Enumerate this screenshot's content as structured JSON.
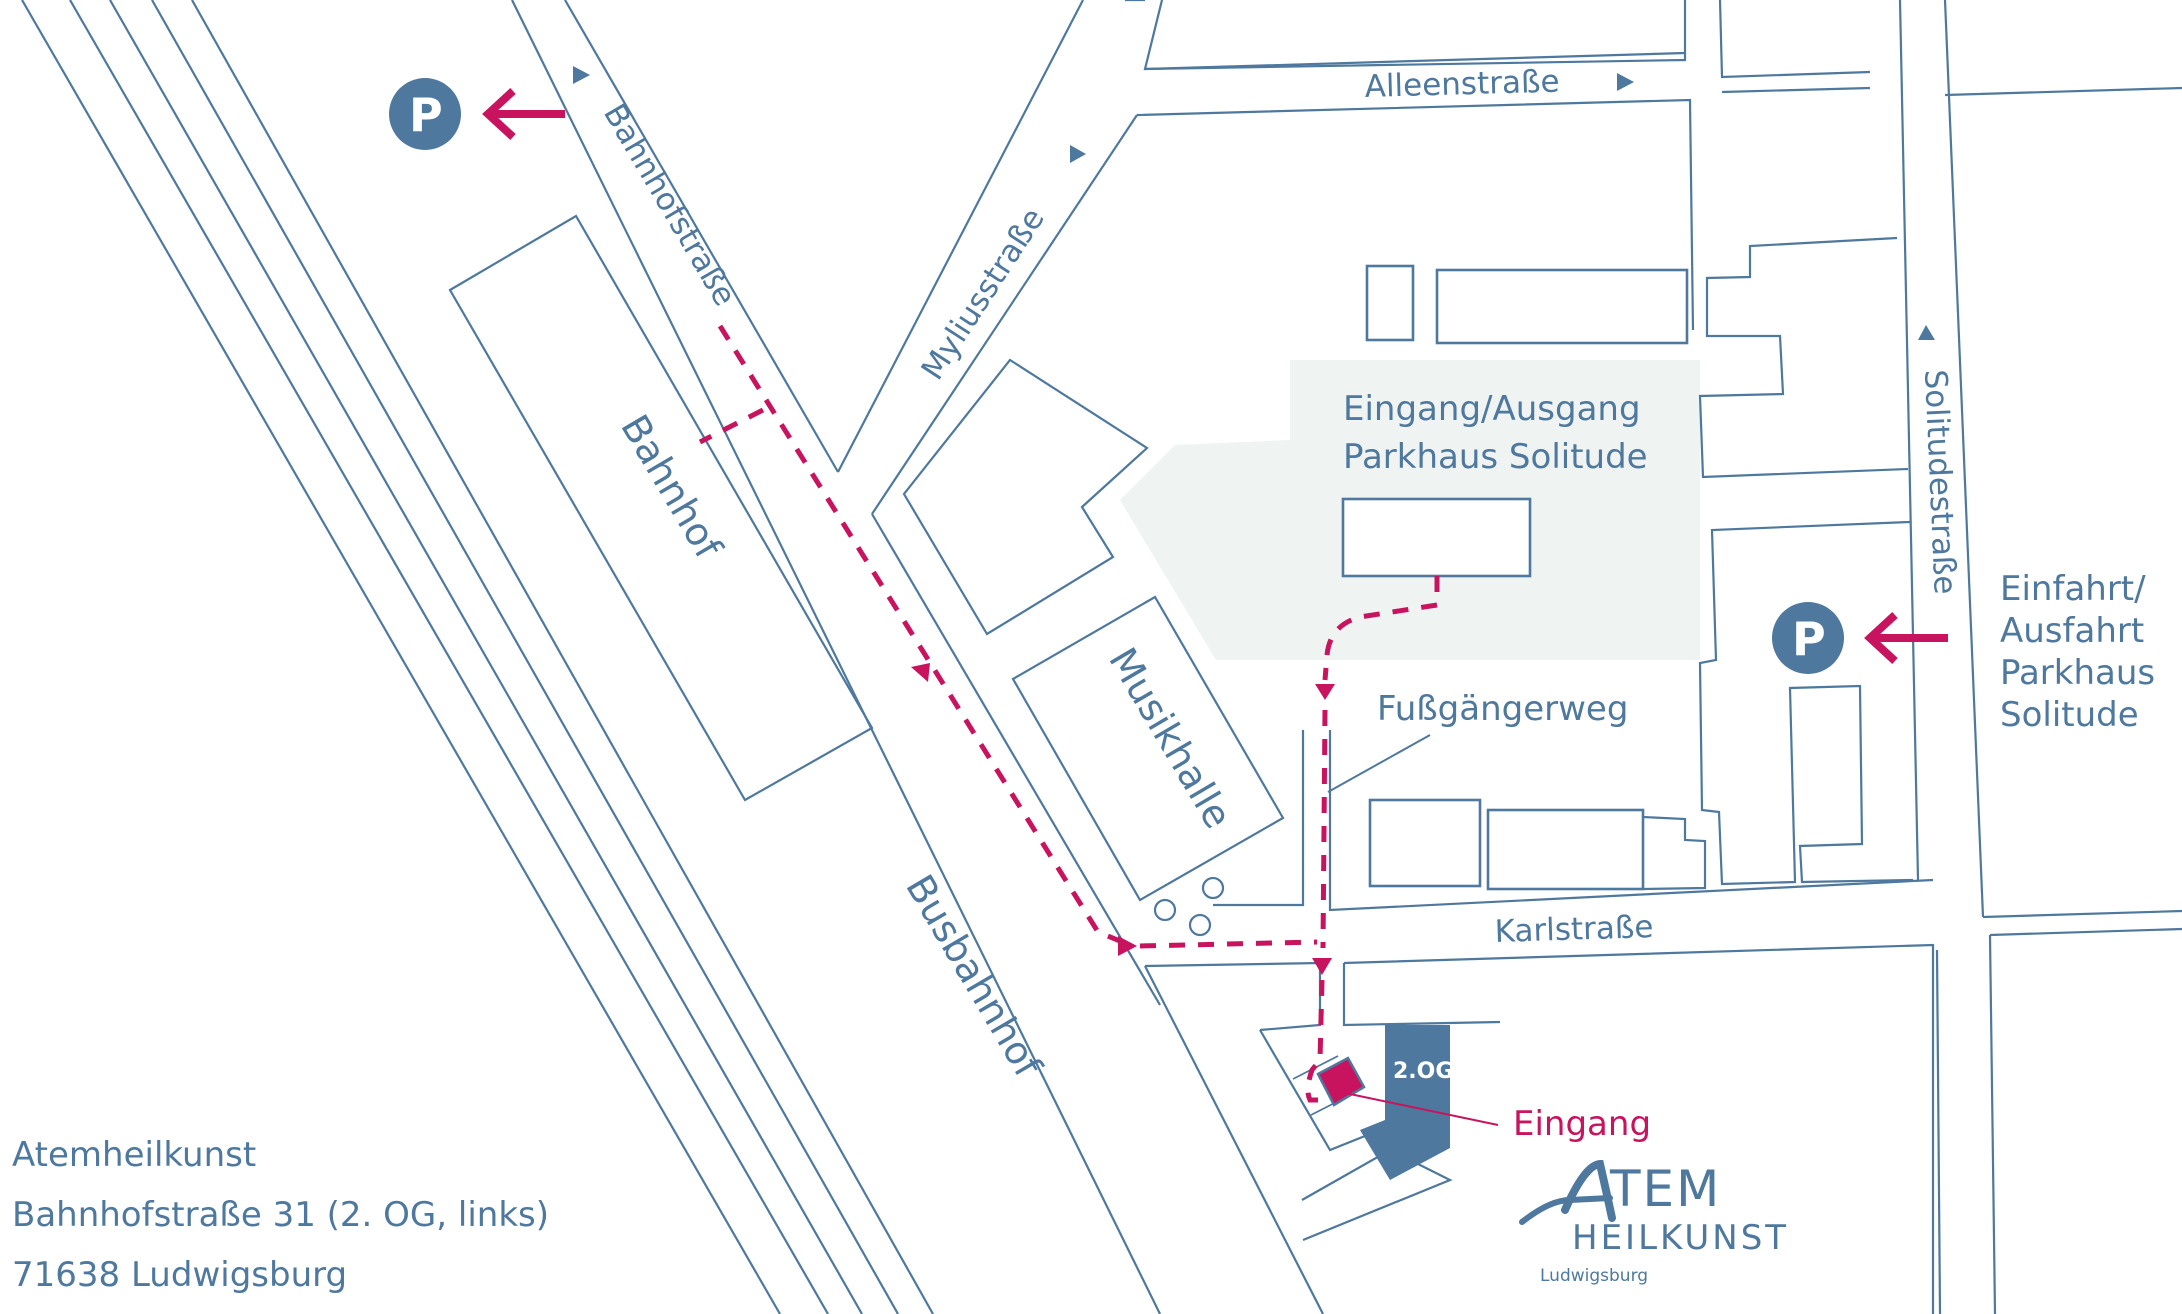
{
  "map": {
    "title": "Anfahrt Atemheilkunst Ludwigsburg",
    "colors": {
      "line": "#4e789d",
      "route": "#c8145e",
      "parking_area": "#eff3f2",
      "background": "#ffffff"
    },
    "streets": {
      "bahnhofstrasse": "Bahnhofstraße",
      "myliusstrasse": "Myliusstraße",
      "alleenstrasse": "Alleenstraße",
      "solitudestrasse": "Solitudestraße",
      "karlstrasse": "Karlstraße"
    },
    "buildings": {
      "bahnhof": "Bahnhof",
      "busbahnhof": "Busbahnhof",
      "musikhalle": "Musikhalle",
      "floor": "2.OG"
    },
    "labels": {
      "parkhaus_eingang_line1": "Eingang/Ausgang",
      "parkhaus_eingang_line2": "Parkhaus Solitude",
      "fussgaengerweg": "Fußgängerweg",
      "eingang": "Eingang",
      "einfahrt_lines": [
        "Einfahrt/",
        "Ausfahrt",
        "Parkhaus",
        "Solitude"
      ]
    },
    "parking": {
      "symbol": "P",
      "icon": "parking-icon",
      "arrow_icon": "arrow-left-icon"
    }
  },
  "address": {
    "name": "Atemheilkunst",
    "street": "Bahnhofstraße 31 (2. OG, links)",
    "city": "71638 Ludwigsburg"
  },
  "logo": {
    "word1": "TEM",
    "word2": "HEILKUNST",
    "city": "Ludwigsburg"
  }
}
